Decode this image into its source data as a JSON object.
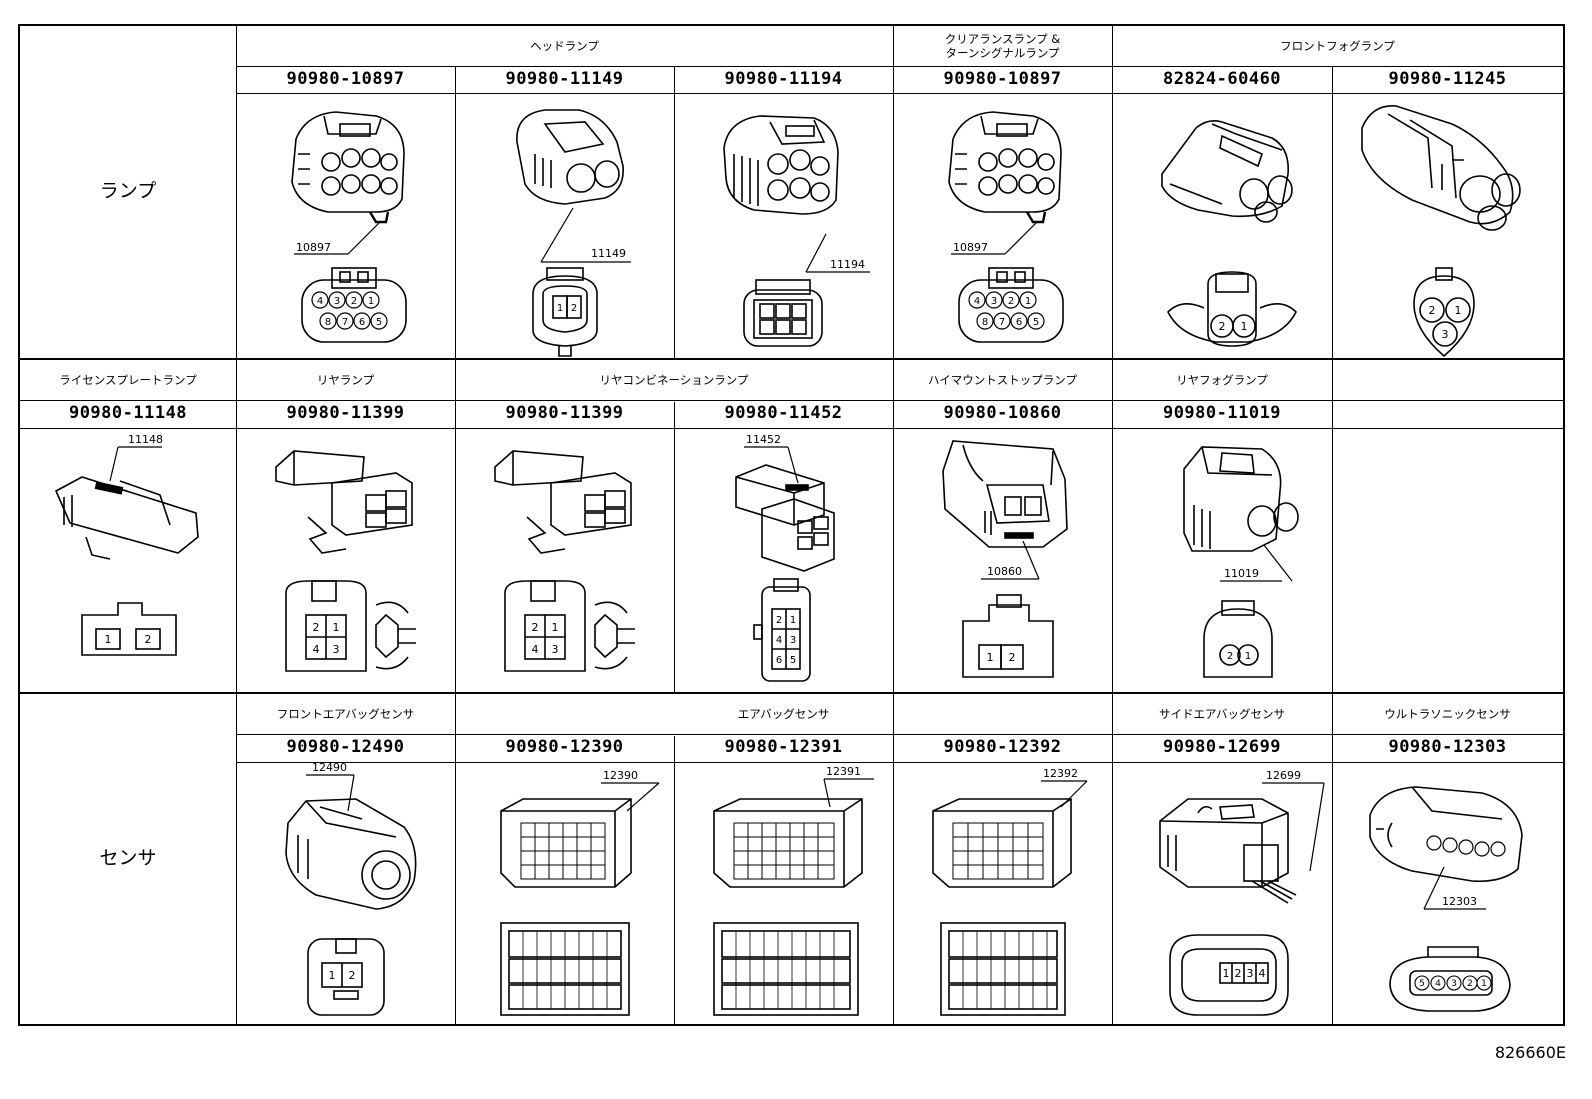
{
  "row_labels": {
    "lamp": "ランプ",
    "sensor": "センサ"
  },
  "row1": {
    "categories": [
      "ヘッドランプ",
      "クリアランスランプ &\nターンシグナルランプ",
      "フロントフォグランプ"
    ],
    "part_numbers": [
      "90980-10897",
      "90980-11149",
      "90980-11194",
      "90980-10897",
      "82824-60460",
      "90980-11245"
    ],
    "callouts": [
      "10897",
      "11149",
      "11194",
      "10897"
    ],
    "pins": {
      "c1": [
        "4",
        "3",
        "2",
        "1",
        "8",
        "7",
        "6",
        "5"
      ],
      "c2": [
        "1",
        "2"
      ],
      "c5": [
        "2",
        "1"
      ],
      "c6": [
        "2",
        "1",
        "3"
      ]
    }
  },
  "row2": {
    "categories": [
      "ライセンスプレートランプ",
      "リヤランプ",
      "リヤコンビネーションランプ",
      "ハイマウントストップランプ",
      "リヤフォグランプ"
    ],
    "part_numbers": [
      "90980-11148",
      "90980-11399",
      "90980-11399",
      "90980-11452",
      "90980-10860",
      "90980-11019"
    ],
    "callouts": [
      "11148",
      "11452",
      "10860",
      "11019"
    ],
    "pins": {
      "c1": [
        "1",
        "2"
      ],
      "c2": [
        "2",
        "1",
        "4",
        "3"
      ],
      "c4": [
        "2",
        "1",
        "4",
        "3",
        "6",
        "5"
      ],
      "c5": [
        "1",
        "2"
      ],
      "c6": [
        "2",
        "1"
      ]
    }
  },
  "row3": {
    "categories": [
      "フロントエアバッグセンサ",
      "エアバッグセンサ",
      "サイドエアバッグセンサ",
      "ウルトラソニックセンサ"
    ],
    "part_numbers": [
      "90980-12490",
      "90980-12390",
      "90980-12391",
      "90980-12392",
      "90980-12699",
      "90980-12303"
    ],
    "callouts": [
      "12490",
      "12390",
      "12391",
      "12392",
      "12699",
      "12303"
    ],
    "pins": {
      "c1": [
        "1",
        "2"
      ],
      "c5": [
        "1",
        "2",
        "3",
        "4"
      ],
      "c6": [
        "5",
        "4",
        "3",
        "2",
        "1"
      ]
    }
  },
  "footer_code": "826660E"
}
